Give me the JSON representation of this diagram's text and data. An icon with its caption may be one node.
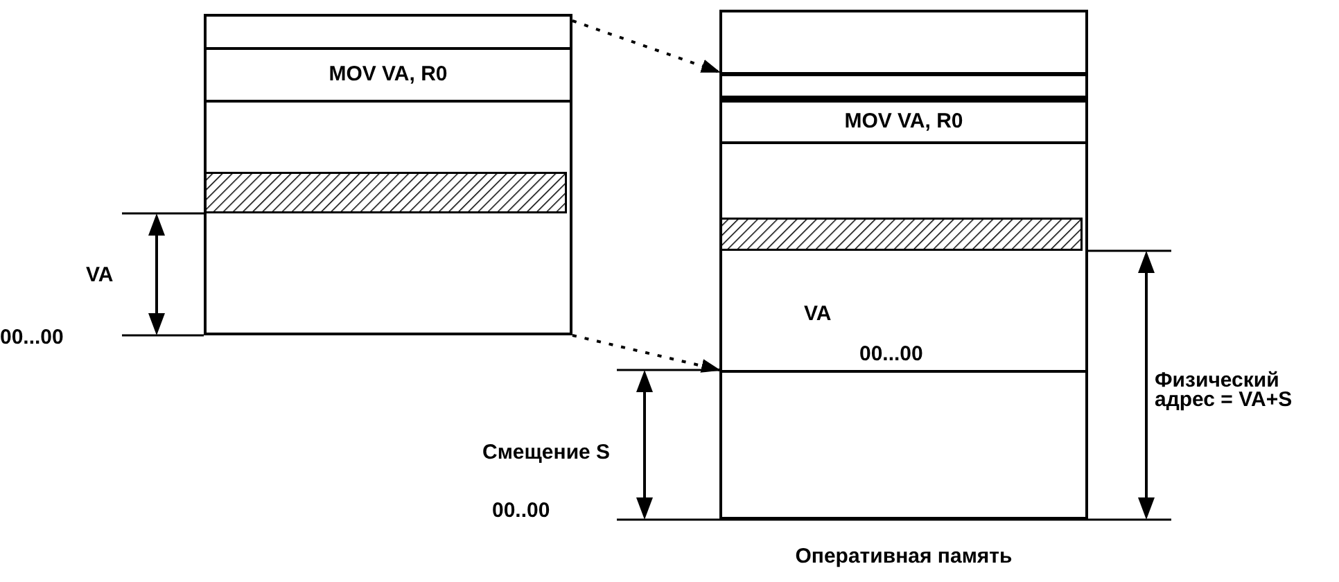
{
  "diagram": {
    "nodes": [
      {
        "text": [],
        "shape": "box"
      },
      {
        "text": [
          "MOV VA, R0"
        ],
        "in": 0
      },
      {
        "text": [],
        "shape": "bar",
        "in": 0
      },
      {
        "text": [],
        "shape": "box",
        "beside": [
          "Оперативная память"
        ]
      },
      {
        "text": [
          "MOV VA, R0"
        ],
        "in": 3
      },
      {
        "text": [],
        "shape": "bar",
        "in": 3
      }
    ],
    "edges": [
      {
        "from": 0,
        "to": 3,
        "arrow": "to",
        "style": "dashed"
      },
      {
        "from": 0,
        "to": 3,
        "arrow": "to",
        "style": "dashed"
      }
    ],
    "labels": [
      "VA",
      "00...00",
      "VA",
      "00...00",
      "Смещение S",
      "00..00",
      "Физический адрес = VA+S"
    ]
  }
}
